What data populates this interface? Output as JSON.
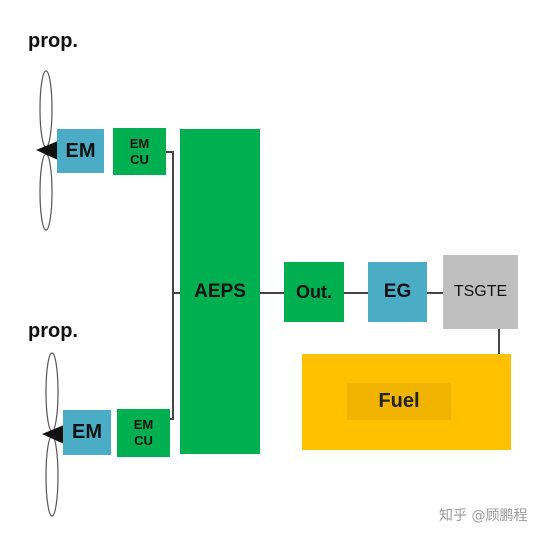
{
  "labels": {
    "prop_top": "prop.",
    "prop_bottom": "prop.",
    "em_top": "EM",
    "em_bottom": "EM",
    "emcu_top_line1": "EM",
    "emcu_top_line2": "CU",
    "emcu_bottom_line1": "EM",
    "emcu_bottom_line2": "CU",
    "aeps": "AEPS",
    "out": "Out.",
    "eg": "EG",
    "tsgte": "TSGTE",
    "fuel": "Fuel"
  },
  "watermark": "知乎 @顾鹏程",
  "colors": {
    "em_blue": "#4bacc6",
    "green": "#00b050",
    "tsgte_gray": "#bfbfbf",
    "fuel_yellow": "#ffc000"
  },
  "icons": [
    "propeller-icon",
    "propeller-icon"
  ]
}
